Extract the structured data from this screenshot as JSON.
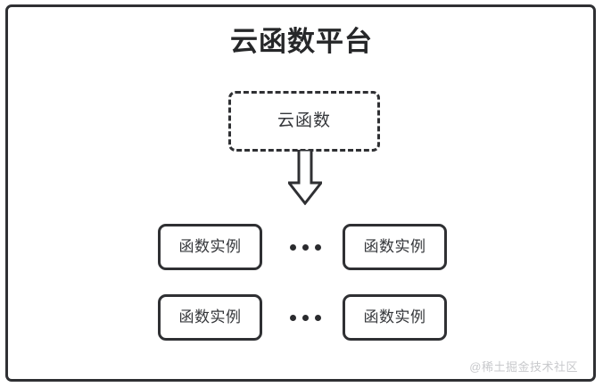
{
  "diagram": {
    "title": "云函数平台",
    "cloud_function": {
      "label": "云函数",
      "border_style": "dashed"
    },
    "arrow": {
      "icon": "arrow-down-block-icon",
      "direction": "down"
    },
    "ellipsis_glyph": "···",
    "instance_rows": [
      {
        "left": {
          "label": "函数实例"
        },
        "right": {
          "label": "函数实例"
        }
      },
      {
        "left": {
          "label": "函数实例"
        },
        "right": {
          "label": "函数实例"
        }
      }
    ],
    "watermark": "@稀土掘金技术社区",
    "colors": {
      "stroke": "#2f3033",
      "title_text": "#262729",
      "body_text": "#35373b",
      "background": "#ffffff",
      "watermark_text": "#c8c9cc"
    }
  }
}
